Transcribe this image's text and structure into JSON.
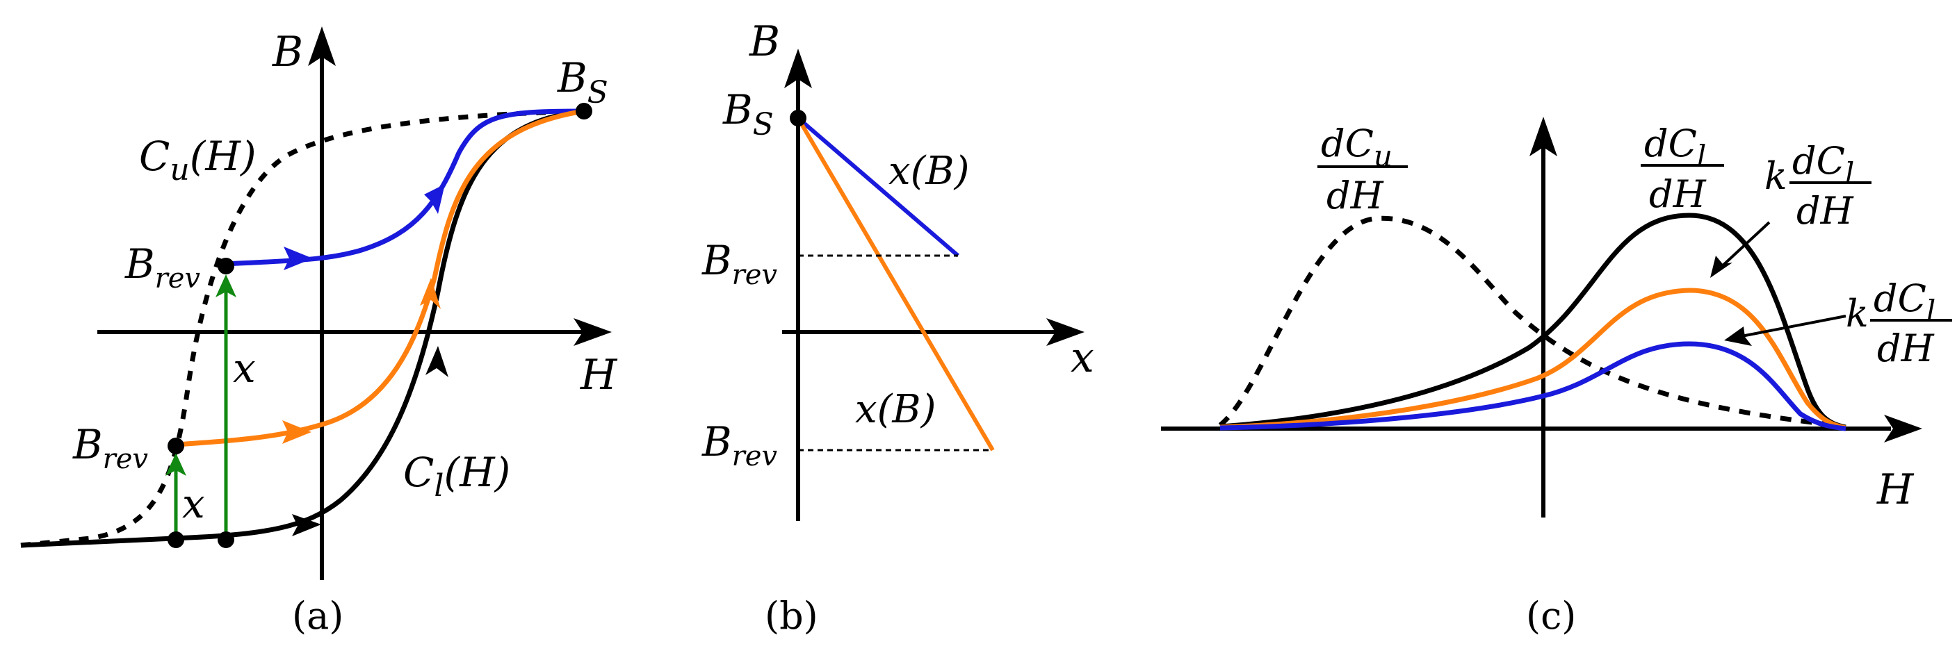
{
  "panel_a": {
    "caption": "(a)",
    "axis_b": "B",
    "axis_h": "H",
    "bs_base": "B",
    "bs_sub": "S",
    "cu_base": "C",
    "cu_sub": "u",
    "cu_arg": "(H)",
    "cl_base": "C",
    "cl_sub": "l",
    "cl_arg": "(H)",
    "brev_upper_base": "B",
    "brev_upper_sub": "rev",
    "brev_lower_base": "B",
    "brev_lower_sub": "rev",
    "x_upper": "x",
    "x_lower": "x"
  },
  "panel_b": {
    "caption": "(b)",
    "axis_b": "B",
    "axis_x": "x",
    "bs_base": "B",
    "bs_sub": "S",
    "xb_upper": "x(B)",
    "xb_lower": "x(B)",
    "brev_upper_base": "B",
    "brev_upper_sub": "rev",
    "brev_lower_base": "B",
    "brev_lower_sub": "rev"
  },
  "panel_c": {
    "caption": "(c)",
    "axis_h": "H",
    "dcu_num_base": "dC",
    "dcu_num_sub": "u",
    "dcu_den": "dH",
    "dcl_num_base": "dC",
    "dcl_num_sub": "l",
    "dcl_den": "dH",
    "k1": "k",
    "k1_num_base": "dC",
    "k1_num_sub": "l",
    "k1_den": "dH",
    "k2": "k",
    "k2_num_base": "dC",
    "k2_num_sub": "l",
    "k2_den": "dH"
  },
  "colors": {
    "black": "#000000",
    "blue": "#1a1adc",
    "orange": "#ff7f0e",
    "green": "#118811"
  }
}
